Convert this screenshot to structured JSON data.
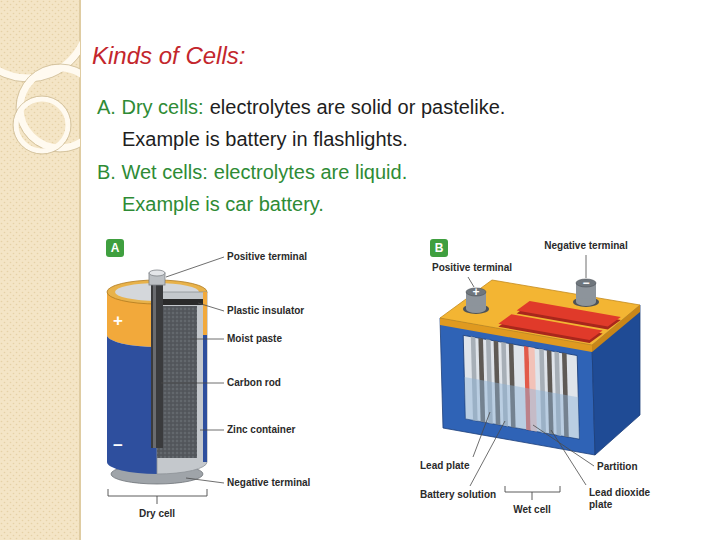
{
  "diagram": {
    "title": "Kinds of Cells:",
    "nodes": [
      {
        "text": [
          "A"
        ]
      },
      {
        "text": [
          "B"
        ]
      }
    ],
    "labels": [
      "A. Dry cells:",
      "electrolytes are solid or pastelike.",
      "Example is battery in flashlights.",
      "B. Wet cells:",
      "electrolytes are liquid.",
      "Example is car battery.",
      "Positive terminal",
      "Plastic insulator",
      "Moist paste",
      "Carbon rod",
      "Zinc container",
      "Negative terminal",
      "Dry cell",
      "+",
      "−",
      "Negative terminal",
      "Positive terminal",
      "Lead plate",
      "Battery solution",
      "Partition",
      "Lead dioxide plate",
      "Wet cell",
      "+",
      "−"
    ]
  }
}
